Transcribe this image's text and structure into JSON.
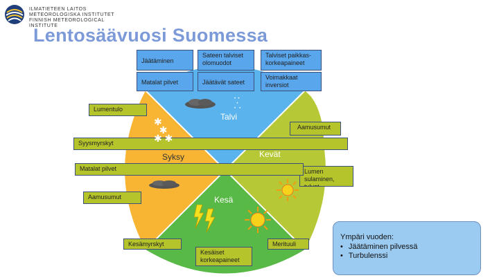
{
  "logo": {
    "line1": "ILMATIETEEN LAITOS",
    "line2": "METEOROLOGISKA INSTITUTET",
    "line3": "FINNISH METEOROLOGICAL INSTITUTE"
  },
  "title": "Lentosäävuosi Suomessa",
  "winter": {
    "label": "Talvi",
    "boxes": [
      "Jäätäminen",
      "Sateen talviset olomuodot",
      "Talviset paikkas-korkeapaineet",
      "Matalat pilvet",
      "Jäätävät sateet",
      "Voimakkaat inversiot"
    ],
    "side_left": "Lumentulo"
  },
  "spring": {
    "label": "Kevät",
    "box_top": "Aamusumut",
    "box_bottom": "Lumen sulaminen, tulvat"
  },
  "autumn": {
    "label": "Syksy",
    "box_top": "Syysmyrskyt",
    "box_mid": "Matalat pilvet",
    "box_bottom": "Aamusumut"
  },
  "summer": {
    "label": "Kesä",
    "box_left": "Kesämyrskyt",
    "box_mid": "Kesäiset korkeapaineet",
    "box_right": "Merituuli"
  },
  "yearround": {
    "heading": "Ympäri vuoden:",
    "items": [
      "Jäätäminen pilvessä",
      "Turbulenssi"
    ]
  },
  "colors": {
    "winter": "#5ab3ec",
    "spring": "#b7c837",
    "summer": "#58b947",
    "autumn": "#f8b534",
    "title": "#7d9ad8",
    "yearround_bg": "#9ccbf2"
  },
  "icons": [
    "cloud-icon",
    "snowflake-icon",
    "sun-icon",
    "lightning-icon",
    "logo-icon"
  ]
}
